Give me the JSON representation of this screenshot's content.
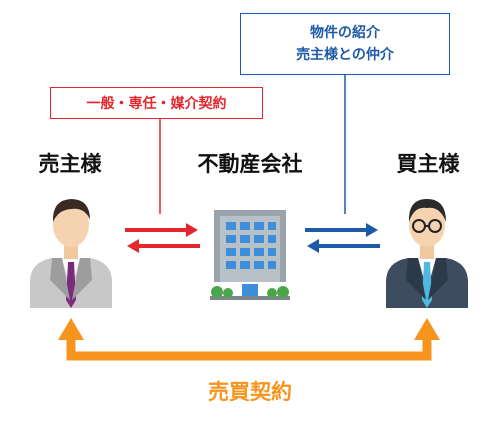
{
  "seller": {
    "label": "売主様"
  },
  "agent": {
    "label": "不動産会社"
  },
  "buyer": {
    "label": "買主様"
  },
  "contract_box": {
    "text": "一般・専任・媒介契約",
    "color": "#e5262c"
  },
  "service_box": {
    "line1": "物件の紹介",
    "line2": "売主様との仲介",
    "color": "#1d5aa7"
  },
  "sale": {
    "label": "売買契約",
    "color": "#f7941d"
  },
  "icons": [
    "seller-person-icon",
    "office-building-icon",
    "buyer-person-icon"
  ]
}
